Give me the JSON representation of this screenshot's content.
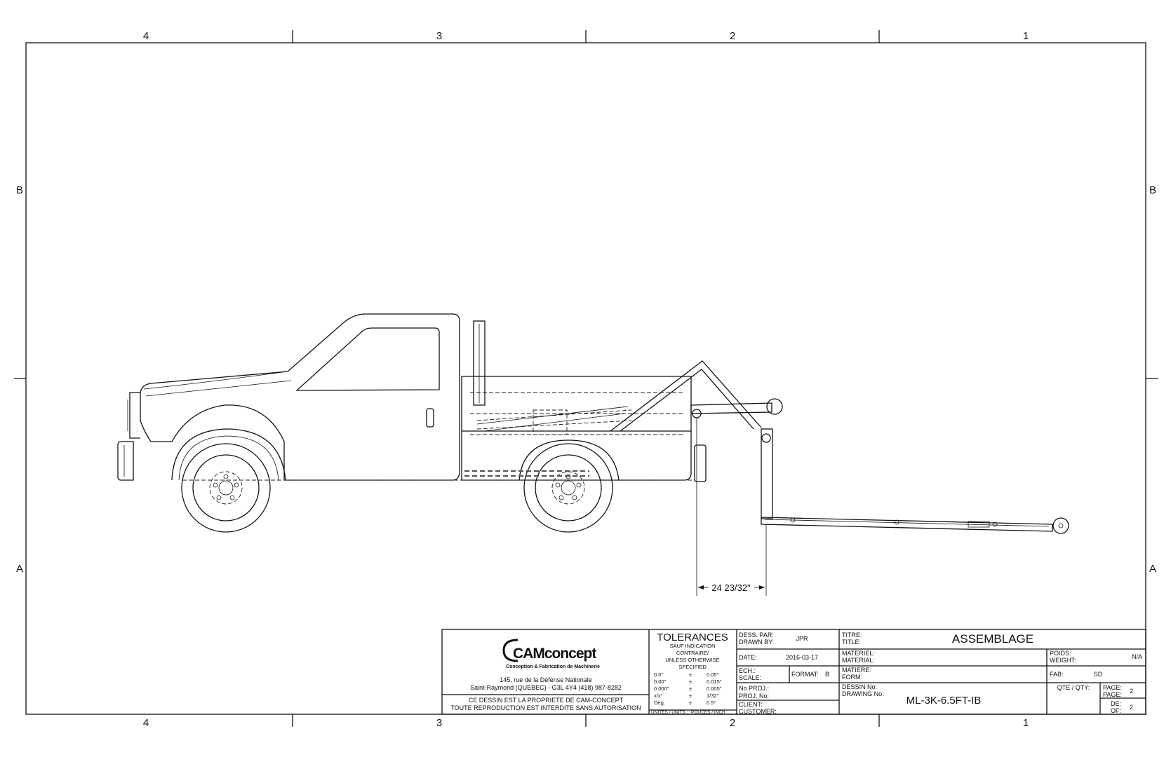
{
  "zones": {
    "columns": [
      "4",
      "3",
      "2",
      "1"
    ],
    "rows": [
      "B",
      "A"
    ]
  },
  "dimension": {
    "label": "24 23/32\""
  },
  "title_block": {
    "logo": {
      "brand": "CAMconcept",
      "tagline": "Conception & Fabrication de Machinerie"
    },
    "address_line1": "145, rue de la Défense Nationale",
    "address_line2": "Saint-Raymond (QUEBEC) - G3L 4Y4     (418) 987-8282",
    "notice_line1": "CE DESSIN EST LA PROPRIETE DE CAM-CONCEPT",
    "notice_line2": "TOUTE REPRODUCTION EST INTERDITE SANS AUTORISATION",
    "tolerances": {
      "heading": "TOLERANCES",
      "sub1": "SAUF INDICATION",
      "sub2": "CONTRAIRE/",
      "sub3": "UNLESS OTHERWISE",
      "sub4": "SPECIFIED",
      "rows": [
        {
          "fmt": "0.0\"",
          "pm": "±",
          "val": "0.05\""
        },
        {
          "fmt": "0.00\"",
          "pm": "±",
          "val": "0.015\""
        },
        {
          "fmt": "0.000\"",
          "pm": "±",
          "val": "0.005\""
        },
        {
          "fmt": "x/x\"",
          "pm": "±",
          "val": "1/32\""
        },
        {
          "fmt": "Deg.",
          "pm": "±",
          "val": "0.5°"
        }
      ],
      "units_label": "UNITES / UNITS :",
      "units_value": "POUCES / INCH"
    },
    "drawn_by_label1": "DESS. PAR:",
    "drawn_by_label2": "DRAWN BY:",
    "drawn_by": "JPR",
    "date_label": "DATE:",
    "date": "2016-03-17",
    "scale_label1": "ECH.:",
    "scale_label2": "SCALE:",
    "format_label": "FORMAT:",
    "format": "B",
    "proj_label1": "No PROJ.:",
    "proj_label2": "PROJ. No:",
    "client_label1": "CLIENT:",
    "client_label2": "CUSTOMER:",
    "title_label1": "TITRE:",
    "title_label2": "TITLE:",
    "title": "ASSEMBLAGE",
    "material_label1": "MATERIEL:",
    "material_label2": "MATERIAL:",
    "form_label1": "MATIERE:",
    "form_label2": "FORM:",
    "drawing_label1": "DESSIN No:",
    "drawing_label2": "DRAWING No:",
    "drawing_no": "ML-3K-6.5FT-IB",
    "weight_label1": "POIDS:",
    "weight_label2": "WEIGHT:",
    "weight": "N/A",
    "fab_label": "FAB:",
    "fab": "SD",
    "qty_label": "QTE / QTY:",
    "page_label1": "PAGE:",
    "page_label2": "PAGE:",
    "page": "2",
    "of_label1": "DE:",
    "of_label2": "OF:",
    "of": "2"
  },
  "colors": {
    "line": "#111111",
    "paper": "#ffffff"
  }
}
